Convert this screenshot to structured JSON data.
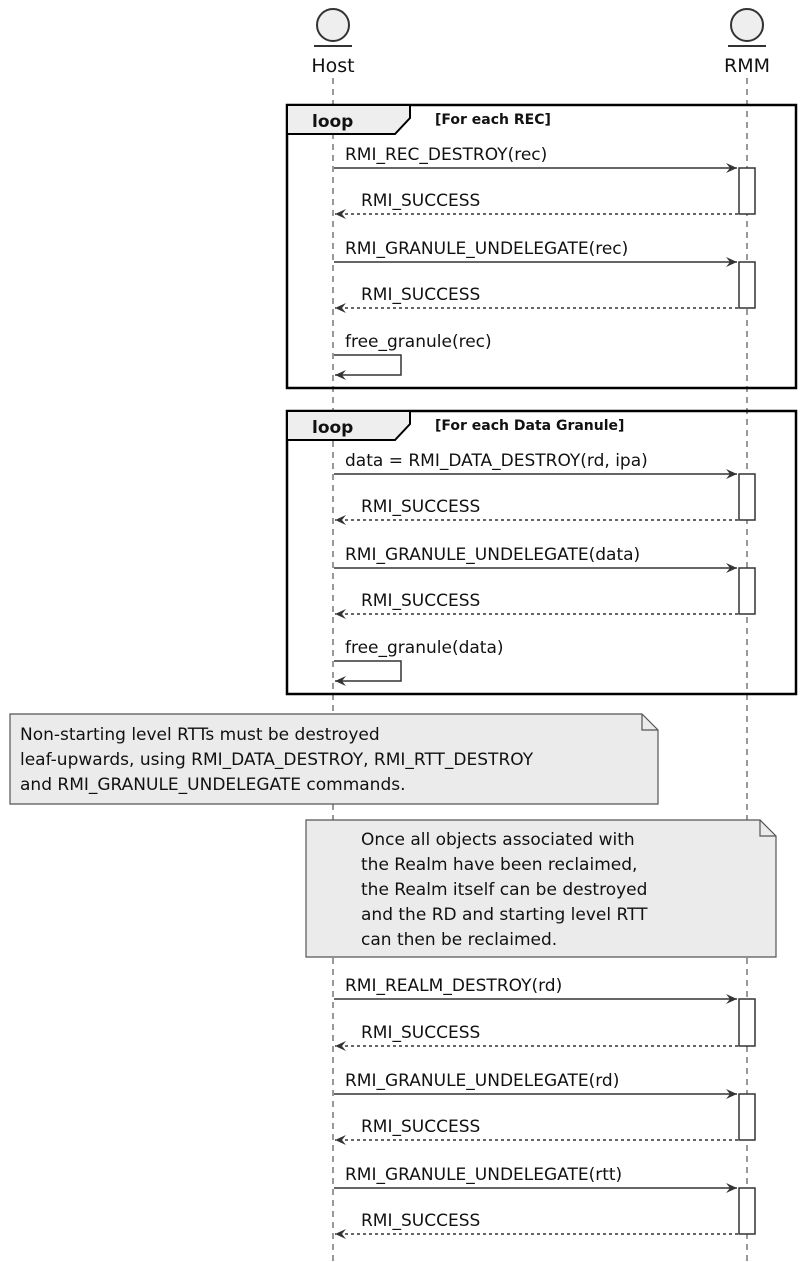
{
  "actors": [
    {
      "name": "Host"
    },
    {
      "name": "RMM"
    }
  ],
  "loops": [
    {
      "label": "loop",
      "guard": "[For each REC]",
      "messages": [
        {
          "text": "RMI_REC_DESTROY(rec)",
          "kind": "call"
        },
        {
          "text": "RMI_SUCCESS",
          "kind": "return"
        },
        {
          "text": "RMI_GRANULE_UNDELEGATE(rec)",
          "kind": "call"
        },
        {
          "text": "RMI_SUCCESS",
          "kind": "return"
        },
        {
          "text": "free_granule(rec)",
          "kind": "self"
        }
      ]
    },
    {
      "label": "loop",
      "guard": "[For each Data Granule]",
      "messages": [
        {
          "text": "data = RMI_DATA_DESTROY(rd, ipa)",
          "kind": "call"
        },
        {
          "text": "RMI_SUCCESS",
          "kind": "return"
        },
        {
          "text": "RMI_GRANULE_UNDELEGATE(data)",
          "kind": "call"
        },
        {
          "text": "RMI_SUCCESS",
          "kind": "return"
        },
        {
          "text": "free_granule(data)",
          "kind": "self"
        }
      ]
    }
  ],
  "notes": [
    {
      "lines": [
        "Non-starting level RTTs must be destroyed",
        "leaf-upwards, using RMI_DATA_DESTROY, RMI_RTT_DESTROY",
        "and RMI_GRANULE_UNDELEGATE commands."
      ]
    },
    {
      "lines": [
        "Once all objects associated with",
        "the Realm have been reclaimed,",
        "the Realm itself can be destroyed",
        "and the RD and starting level RTT",
        "can then be reclaimed."
      ]
    }
  ],
  "final_messages": [
    {
      "text": "RMI_REALM_DESTROY(rd)",
      "kind": "call"
    },
    {
      "text": "RMI_SUCCESS",
      "kind": "return"
    },
    {
      "text": "RMI_GRANULE_UNDELEGATE(rd)",
      "kind": "call"
    },
    {
      "text": "RMI_SUCCESS",
      "kind": "return"
    },
    {
      "text": "RMI_GRANULE_UNDELEGATE(rtt)",
      "kind": "call"
    },
    {
      "text": "RMI_SUCCESS",
      "kind": "return"
    }
  ],
  "colors": {
    "line": "#333333",
    "frame": "#000000",
    "note_fill": "#ebebeb",
    "note_stroke": "#555555",
    "tag_fill": "#eeeeee",
    "activation_fill": "#ffffff"
  }
}
